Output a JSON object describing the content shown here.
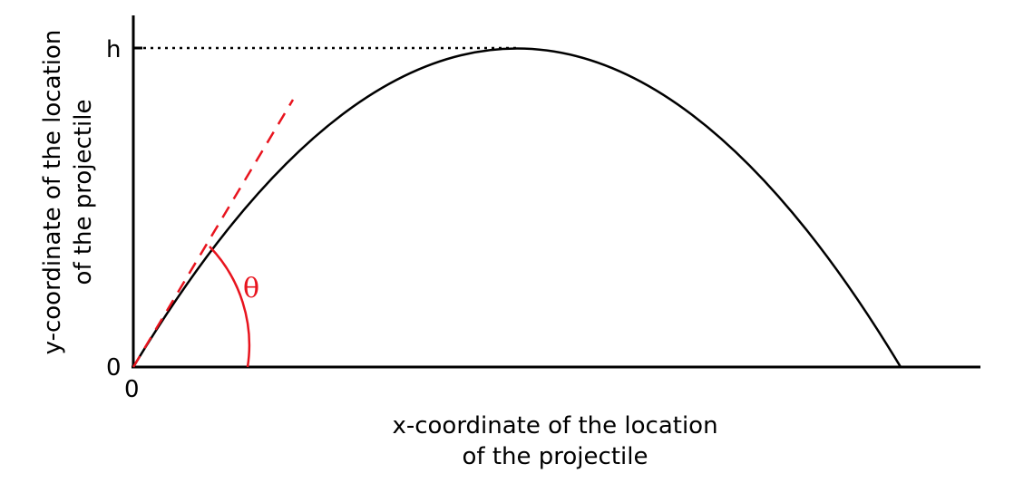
{
  "diagram": {
    "x_axis_label_line1": "x-coordinate of the location",
    "x_axis_label_line2": "of the projectile",
    "y_axis_label_line1": "y-coordinate of the location",
    "y_axis_label_line2": "of the projectile",
    "x_origin_label": "0",
    "y_origin_label": "0",
    "max_height_label": "h",
    "angle_label": "θ",
    "colors": {
      "axis": "#000000",
      "trajectory": "#000000",
      "tangent": "#e8141e",
      "angle_arc": "#e8141e",
      "angle_label": "#e8141e"
    }
  }
}
